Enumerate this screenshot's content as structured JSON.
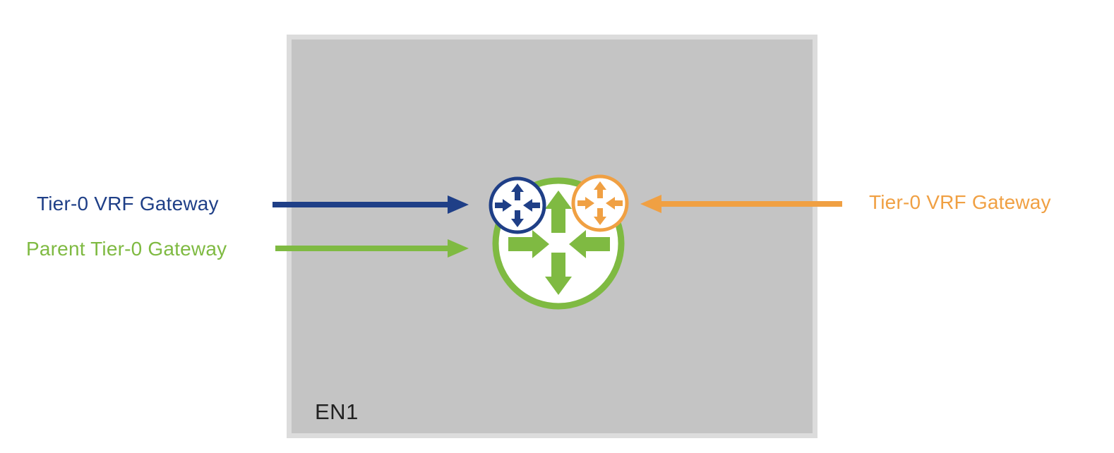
{
  "node": {
    "label": "EN1"
  },
  "labels": {
    "blue_vrf": "Tier-0 VRF Gateway",
    "parent": "Parent Tier-0 Gateway",
    "orange_vrf": "Tier-0 VRF Gateway"
  },
  "colors": {
    "blue": "#1f3f87",
    "green": "#7fba42",
    "orange": "#f0a043",
    "node_fill": "#c4c4c4",
    "node_border": "#dcdcdc"
  },
  "icons": {
    "parent": "router-icon",
    "blue_vrf": "router-icon",
    "orange_vrf": "router-icon"
  }
}
